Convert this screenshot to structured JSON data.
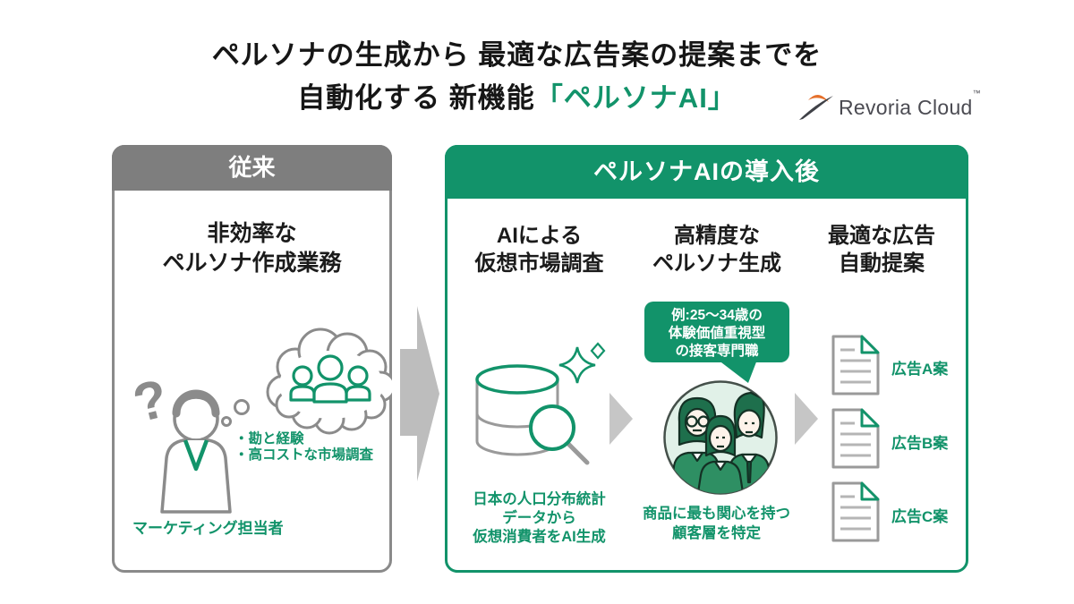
{
  "title": {
    "line1": "ペルソナの生成から 最適な広告案の提案までを",
    "line2_black": "自動化する 新機能",
    "line2_green": "「ペルソナAI」"
  },
  "logo": {
    "name": "Revoria Cloud",
    "tm": "™"
  },
  "before_panel": {
    "header": "従来",
    "title_line1": "非効率な",
    "title_line2": "ペルソナ作成業務",
    "question_mark": "?",
    "bullet1": "・勘と経験",
    "bullet2": "・高コストな市場調査",
    "caption": "マーケティング担当者"
  },
  "after_panel": {
    "header": "ペルソナAIの導入後",
    "steps": [
      {
        "title_line1": "AIによる",
        "title_line2": "仮想市場調査",
        "caption_line1": "日本の人口分布統計",
        "caption_line2": "データから",
        "caption_line3": "仮想消費者をAI生成"
      },
      {
        "title_line1": "高精度な",
        "title_line2": "ペルソナ生成",
        "bubble_line1": "例:25〜34歳の",
        "bubble_line2": "体験価値重視型",
        "bubble_line3": "の接客専門職",
        "caption_line1": "商品に最も関心を持つ",
        "caption_line2": "顧客層を特定"
      },
      {
        "title_line1": "最適な広告",
        "title_line2": "自動提案",
        "doc1": "広告A案",
        "doc2": "広告B案",
        "doc3": "広告C案"
      }
    ]
  },
  "colors": {
    "accent_green": "#12936a",
    "gray_header": "#7e7e7e",
    "light_green_circle": "#e1f1e8",
    "arrow_gray": "#bdbdbd",
    "logo_orange": "#e5702b",
    "logo_dark": "#3f4147"
  }
}
